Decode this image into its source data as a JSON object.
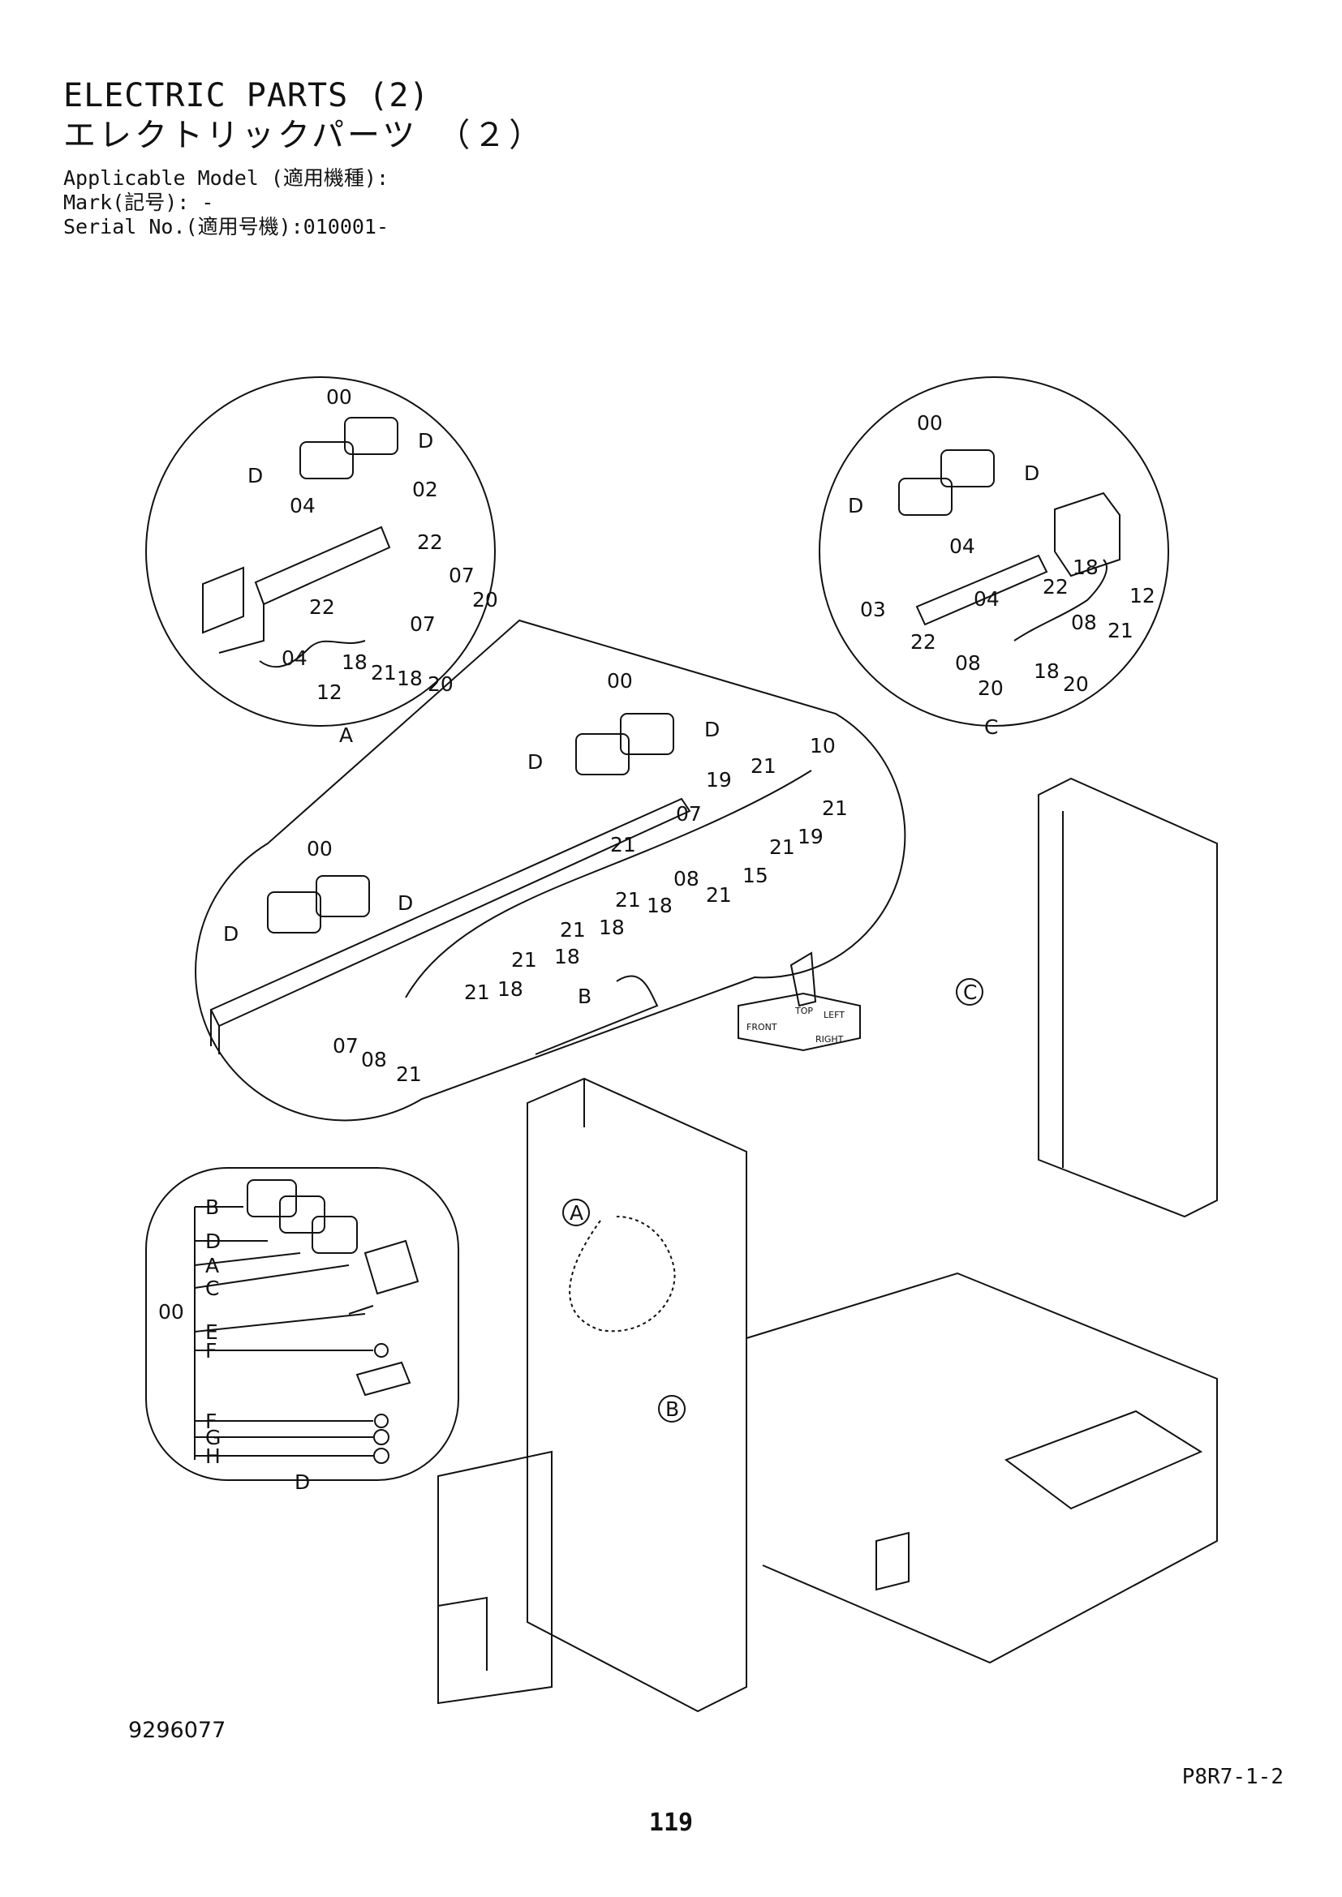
{
  "header": {
    "title_en": "ELECTRIC PARTS (2)",
    "title_jp": "エレクトリックパーツ　（２）",
    "applicable_model": "Applicable Model (適用機種):",
    "mark": "Mark(記号): -",
    "serial_no": "Serial No.(適用号機):010001-"
  },
  "detail_a": {
    "labels": [
      "00",
      "D",
      "D",
      "04",
      "02",
      "22",
      "07",
      "20",
      "22",
      "07",
      "04",
      "18",
      "21",
      "18",
      "20",
      "12"
    ],
    "caption": "A"
  },
  "detail_b": {
    "labels": [
      "00",
      "D",
      "D",
      "10",
      "21",
      "19",
      "21",
      "07",
      "21",
      "19",
      "21",
      "15",
      "08",
      "21",
      "21",
      "18",
      "21",
      "18",
      "21",
      "18",
      "21",
      "18",
      "07",
      "08",
      "21",
      "00",
      "D",
      "D"
    ],
    "caption": "B"
  },
  "detail_c": {
    "labels": [
      "00",
      "D",
      "D",
      "04",
      "18",
      "22",
      "12",
      "03",
      "04",
      "08",
      "21",
      "22",
      "08",
      "18",
      "20",
      "20"
    ],
    "caption": "C"
  },
  "detail_d": {
    "labels": [
      "B",
      "D",
      "A",
      "C",
      "00",
      "E",
      "F",
      "F",
      "G",
      "H"
    ],
    "caption": "D"
  },
  "main_view": {
    "callouts": [
      "A",
      "B",
      "C"
    ],
    "direction_marks": [
      "FRONT",
      "RIGHT",
      "TOP",
      "LEFT"
    ]
  },
  "footer": {
    "illustration_no": "9296077",
    "page_code": "P8R7-1-2",
    "page_number": "119"
  }
}
